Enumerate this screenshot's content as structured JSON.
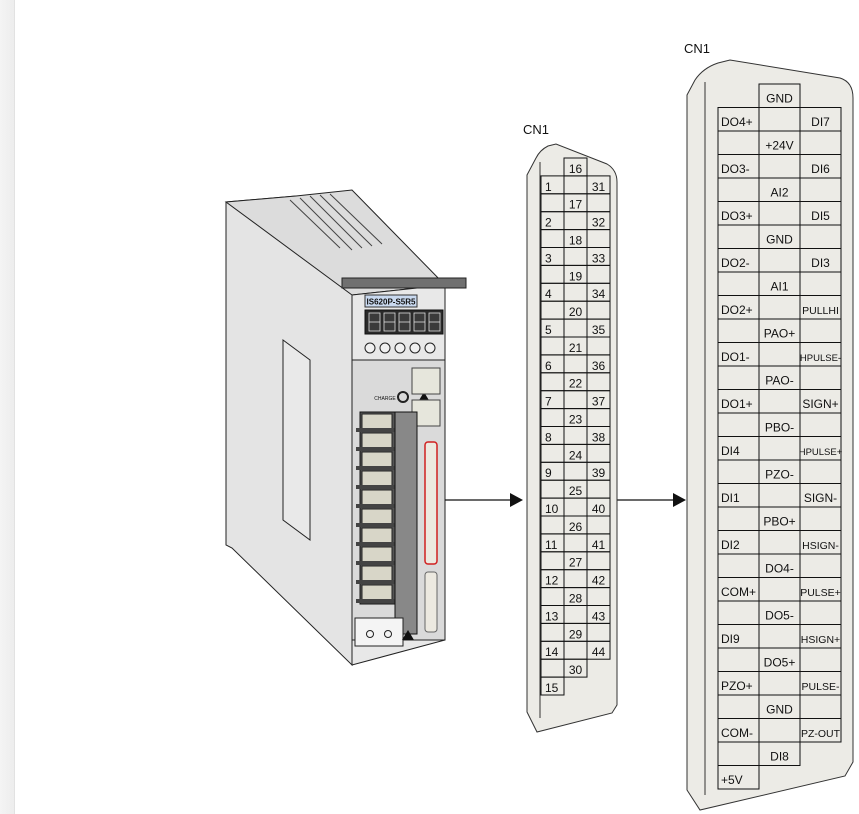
{
  "drive": {
    "model_label": "IS620P-S5R5",
    "charge_label": "CHARGE",
    "display_digits": 5,
    "button_count": 5,
    "colors": {
      "model_label_bg": "#c9d9ef",
      "model_label_text": "#2f6fd0",
      "connector_outline": "#d02020"
    }
  },
  "connector_small": {
    "title": "CN1",
    "left_column": [
      "1",
      "2",
      "3",
      "4",
      "5",
      "6",
      "7",
      "8",
      "9",
      "10",
      "11",
      "12",
      "13",
      "14",
      "15"
    ],
    "middle_column": [
      "16",
      "17",
      "18",
      "19",
      "20",
      "21",
      "22",
      "23",
      "24",
      "25",
      "26",
      "27",
      "28",
      "29",
      "30"
    ],
    "right_column": [
      "31",
      "32",
      "33",
      "34",
      "35",
      "36",
      "37",
      "38",
      "39",
      "40",
      "41",
      "42",
      "43",
      "44"
    ]
  },
  "connector_large": {
    "title": "CN1",
    "left_column": [
      "DO4+",
      "DO3-",
      "DO3+",
      "DO2-",
      "DO2+",
      "DO1-",
      "DO1+",
      "DI4",
      "DI1",
      "DI2",
      "COM+",
      "DI9",
      "PZO+",
      "COM-",
      "+5V"
    ],
    "middle_column": [
      "GND",
      "+24V",
      "AI2",
      "GND",
      "AI1",
      "PAO+",
      "PAO-",
      "PBO-",
      "PZO-",
      "PBO+",
      "DO4-",
      "DO5-",
      "DO5+",
      "GND",
      "DI8"
    ],
    "right_column": [
      "DI7",
      "DI6",
      "DI5",
      "DI3",
      "PULLHI",
      "HPULSE-",
      "SIGN+",
      "HPULSE+",
      "SIGN-",
      "HSIGN-",
      "PULSE+",
      "HSIGN+",
      "PULSE-",
      "PZ-OUT"
    ]
  },
  "colors": {
    "connector_fill": "#ecebe6",
    "line": "#111111",
    "body_fill": "#e6e6e6"
  }
}
